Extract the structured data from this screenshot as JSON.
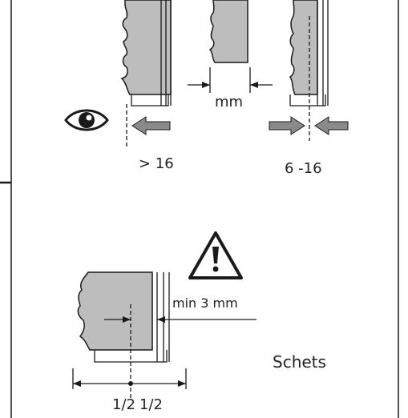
{
  "labels": {
    "gap_unit": "mm",
    "greater_than": "> 16",
    "range": "6 -16",
    "min_clearance": "min 3 mm",
    "sketch": "Schets",
    "half_left": "1/2",
    "half_right": "1/2"
  },
  "colors": {
    "blade_fill": "#bdbdbd",
    "arrow_fill": "#8a8a8a",
    "line": "#1a1a1a",
    "background": "#ffffff"
  },
  "icons": [
    "eye-icon",
    "warning-icon",
    "push-arrow-icon"
  ]
}
